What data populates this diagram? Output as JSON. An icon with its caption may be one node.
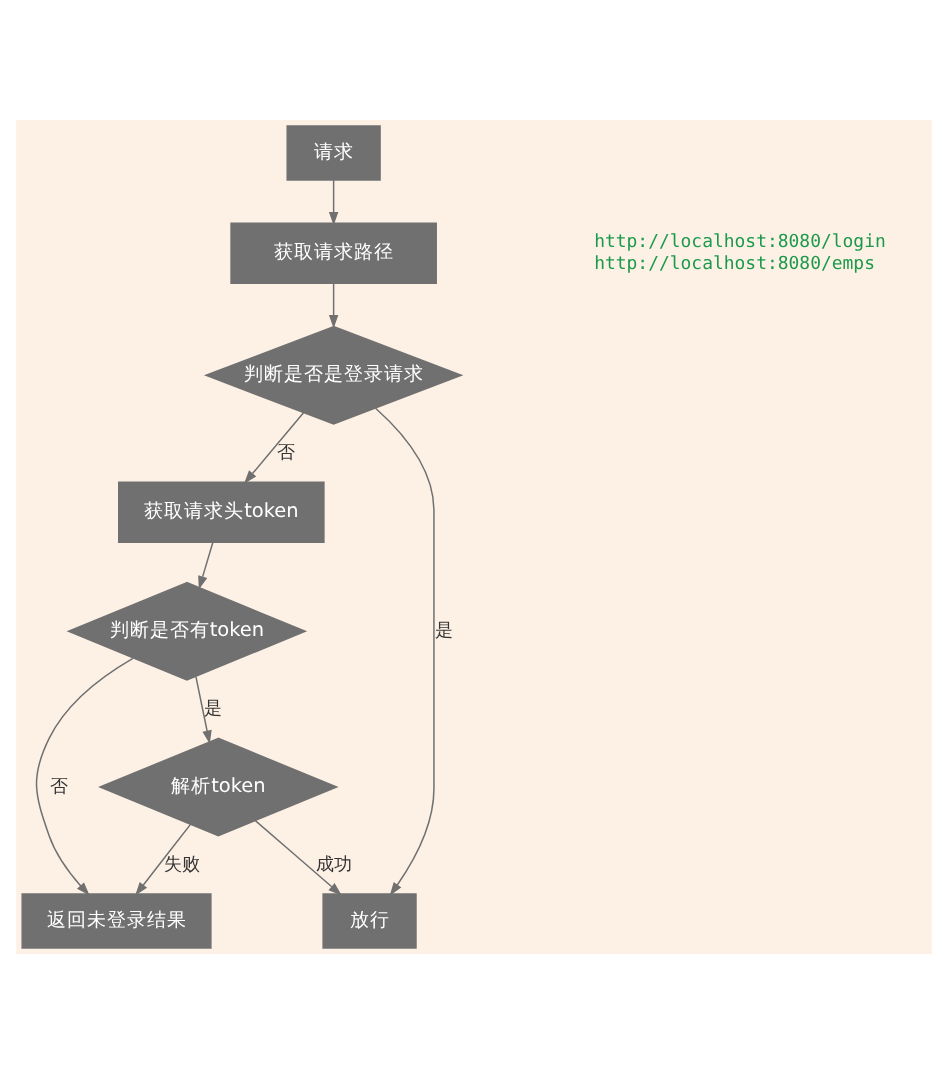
{
  "diagram": {
    "nodes": [
      {
        "text": [
          "请求"
        ]
      },
      {
        "text": [
          "获取请求路径"
        ],
        "beside": [
          "http://localhost:8080/login",
          "http://localhost:8080/emps"
        ]
      },
      {
        "text": [
          "判断是否是登录请求"
        ]
      },
      {
        "text": [
          "获取请求头token"
        ]
      },
      {
        "text": [
          "判断是否有token"
        ]
      },
      {
        "text": [
          "返回未登录结果"
        ]
      },
      {
        "text": [
          "解析token"
        ]
      },
      {
        "text": [
          "放行"
        ]
      }
    ],
    "edges": [
      {
        "from": 0,
        "to": 1,
        "arrow": "to"
      },
      {
        "from": 1,
        "to": 2,
        "arrow": "to"
      },
      {
        "from": 2,
        "to": 3,
        "arrow": "to",
        "label": "否"
      },
      {
        "from": 2,
        "to": 7,
        "arrow": "to",
        "label": "是"
      },
      {
        "from": 3,
        "to": 4,
        "arrow": "to"
      },
      {
        "from": 4,
        "to": 5,
        "arrow": "to",
        "label": "否"
      },
      {
        "from": 4,
        "to": 6,
        "arrow": "to",
        "label": "是"
      },
      {
        "from": 6,
        "to": 5,
        "arrow": "to",
        "label": "失败"
      },
      {
        "from": 6,
        "to": 7,
        "arrow": "to",
        "label": "成功"
      }
    ]
  }
}
